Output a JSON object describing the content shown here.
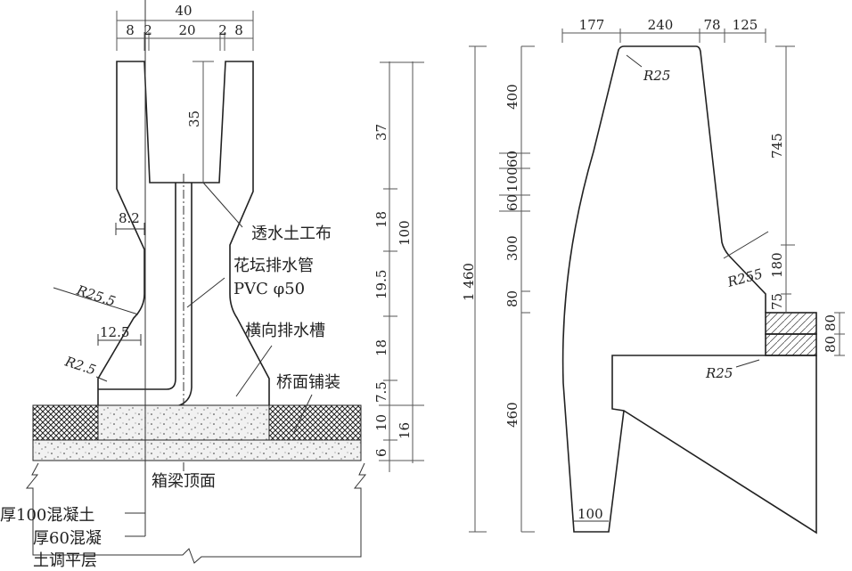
{
  "left_figure": {
    "top_dims": {
      "total": "40",
      "parts": [
        "8",
        "2",
        "20",
        "2",
        "8"
      ]
    },
    "inner_depth": "35",
    "side_dims": {
      "a": "37",
      "b": "18",
      "c": "19.5",
      "d": "18",
      "e": "7.5",
      "f": "10",
      "g": "6",
      "total": "100",
      "layer_total": "16"
    },
    "radius_labels": {
      "r1": "R25.5",
      "r2": "R2.5"
    },
    "width_labels": {
      "w1": "8.2",
      "w2": "12.5"
    },
    "callouts": {
      "geotextile": "透水土工布",
      "drain_pipe": "花坛排水管",
      "pvc": "PVC φ50",
      "channel": "横向排水槽",
      "pavement": "桥面铺装",
      "girder_top": "箱梁顶面",
      "concrete100": "厚100混凝土",
      "concrete60_a": "厚60混凝",
      "concrete60_b": "土调平层"
    }
  },
  "right_figure": {
    "top_dims": [
      "177",
      "240",
      "78",
      "125"
    ],
    "total_height": "1 460",
    "left_dims": [
      "400",
      "60",
      "100",
      "60",
      "300",
      "80",
      "460"
    ],
    "right_dims": {
      "upper": "745",
      "mid": "180",
      "low": "75",
      "block1": "80",
      "block2": "80"
    },
    "radius_labels": {
      "top": "R25",
      "mid": "R255",
      "low": "R25"
    },
    "base_width": "100"
  }
}
